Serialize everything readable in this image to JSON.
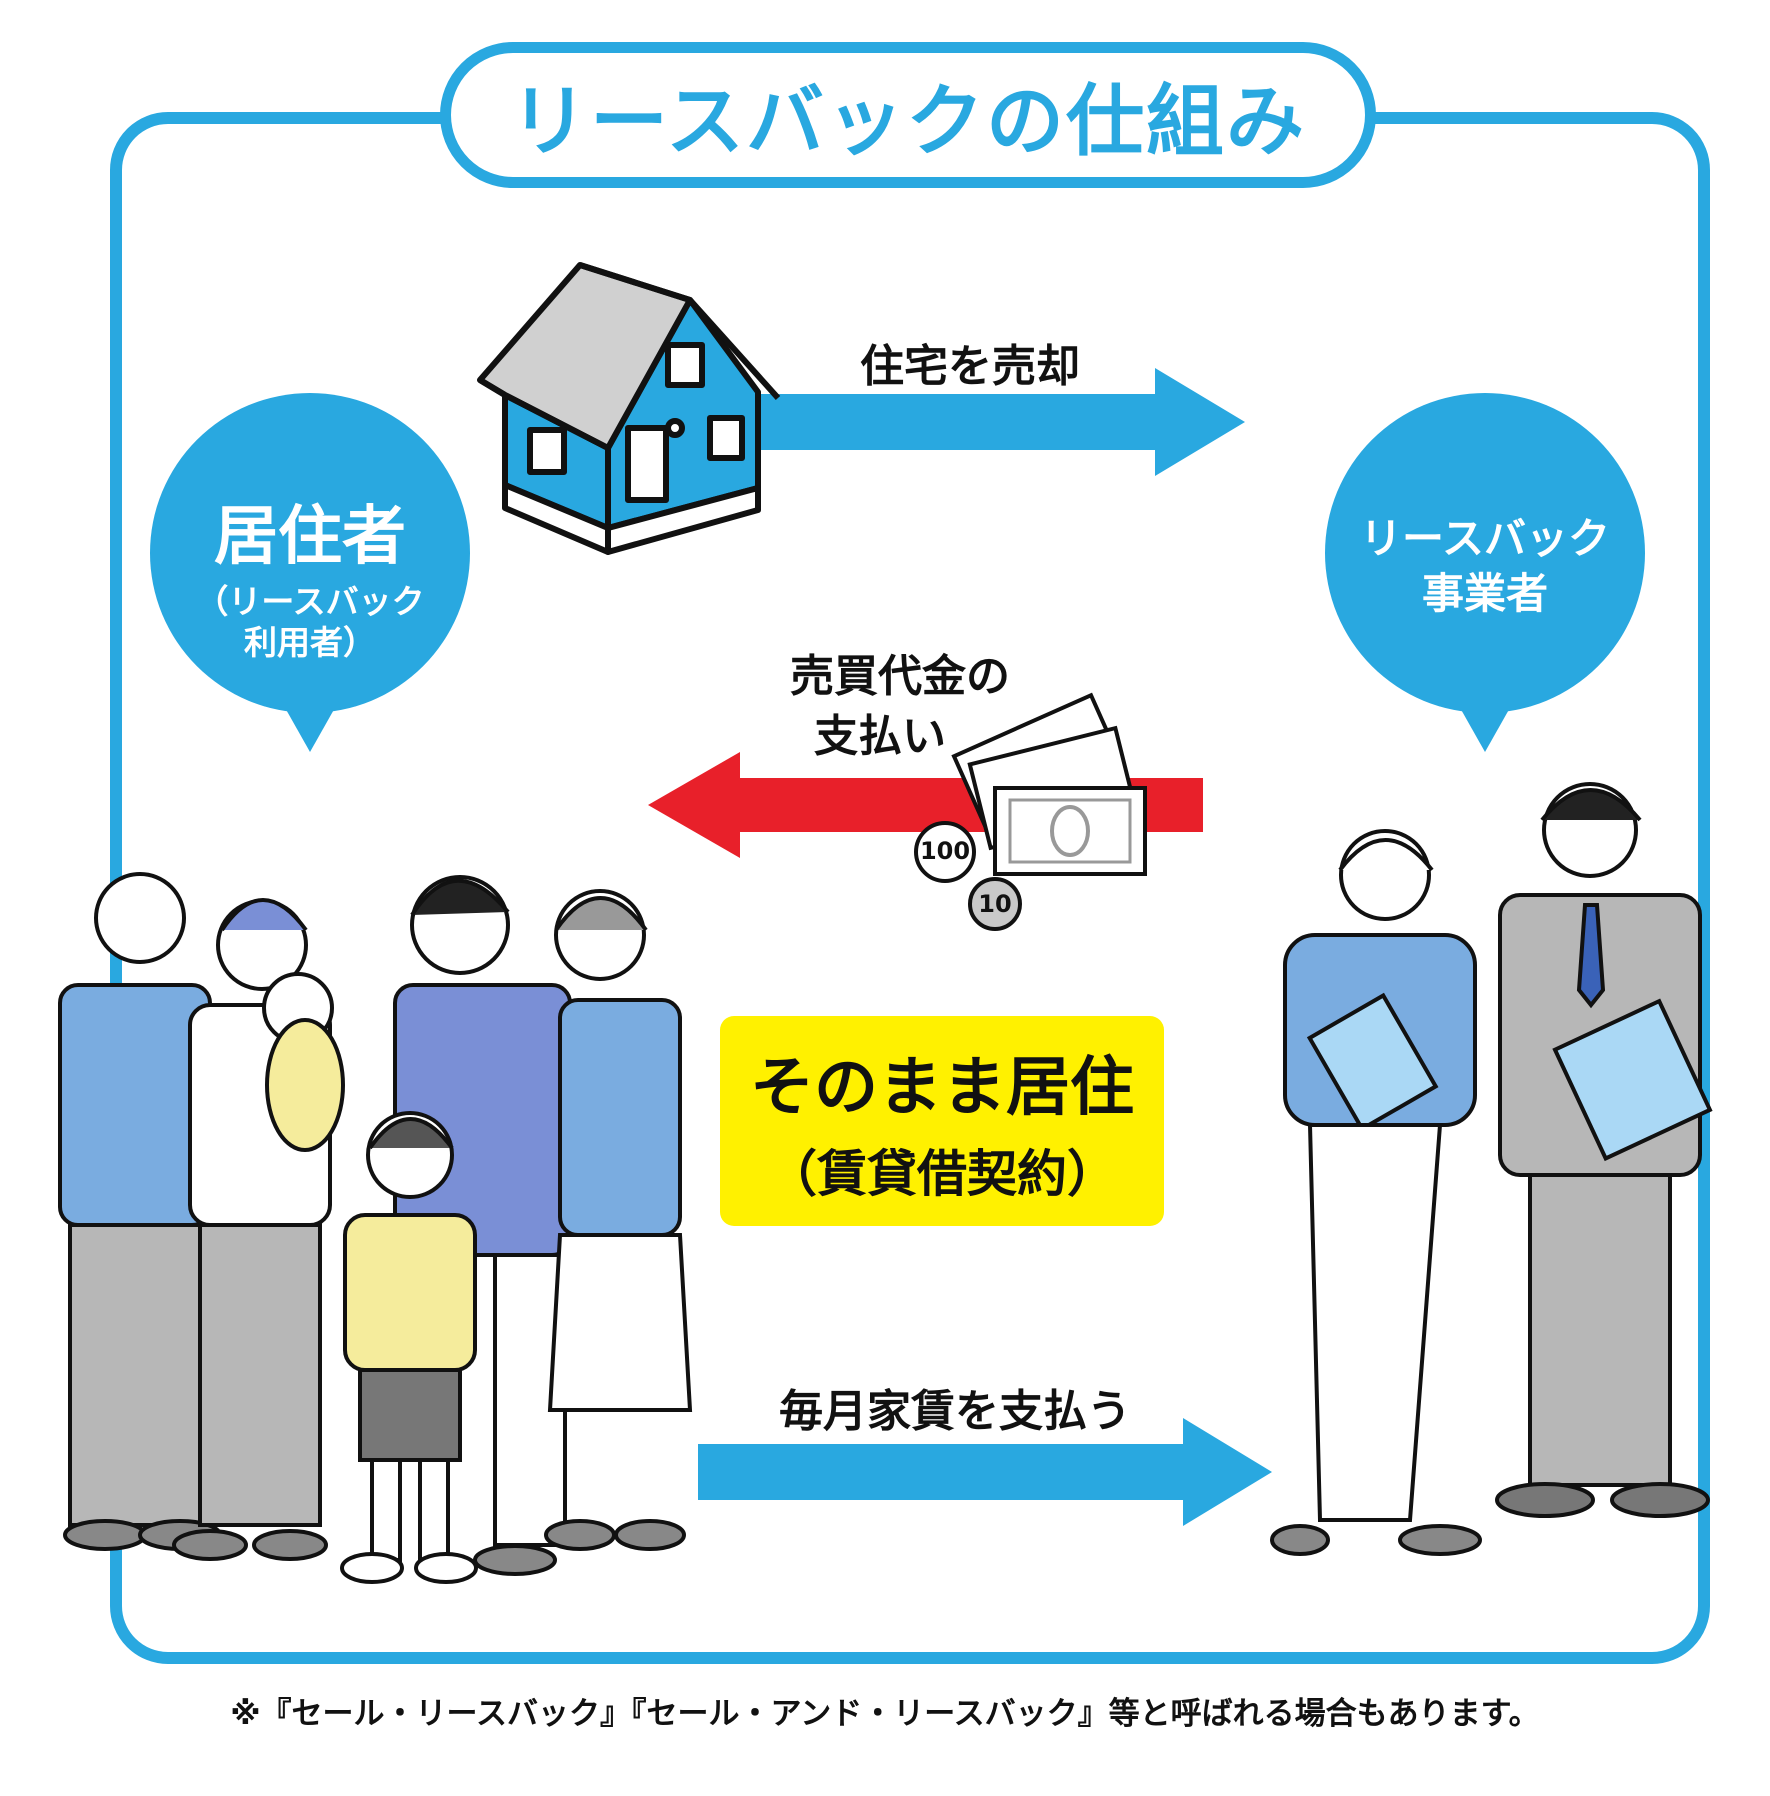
{
  "title": "リースバックの仕組み",
  "resident": {
    "label": "居住者",
    "sub_line1": "（リースバック",
    "sub_line2": "利用者）"
  },
  "operator": {
    "line1": "リースバック",
    "line2": "事業者"
  },
  "flows": {
    "sell_home": "住宅を売却",
    "payment_line1": "売買代金の",
    "payment_line2": "支払い",
    "monthly_rent": "毎月家賃を支払う"
  },
  "coins": {
    "coin_100": "100",
    "coin_10": "10"
  },
  "highlight": {
    "title": "そのまま居住",
    "sub": "（賃貸借契約）"
  },
  "footnote": "※『セール・リースバック』『セール・アンド・リースバック』等と呼ばれる場合もあります。",
  "colors": {
    "brand_blue": "#29a8e0",
    "payment_red": "#e8202a",
    "highlight_yellow": "#fff100"
  },
  "icons": [
    "house-icon",
    "banknote-icon",
    "coin-icon",
    "family-illustration",
    "agents-illustration"
  ]
}
